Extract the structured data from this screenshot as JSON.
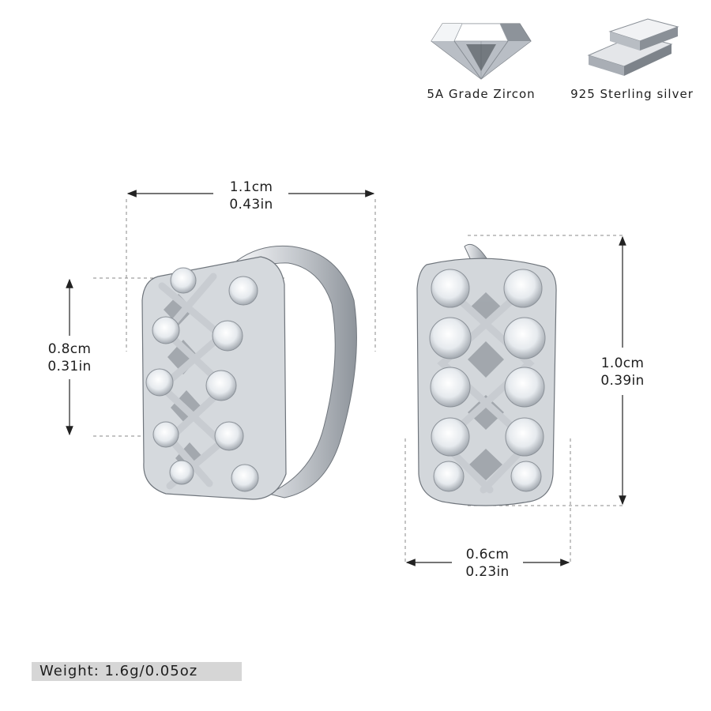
{
  "features": [
    {
      "label": "5A Grade Zircon",
      "icon": "diamond-icon"
    },
    {
      "label": "925 Sterling silver",
      "icon": "silver-bars-icon"
    }
  ],
  "dimensions": {
    "width_front": {
      "cm": "1.1cm",
      "in": "0.43in"
    },
    "height_front": {
      "cm": "0.8cm",
      "in": "0.31in"
    },
    "height_side": {
      "cm": "1.0cm",
      "in": "0.39in"
    },
    "width_side": {
      "cm": "0.6cm",
      "in": "0.23in"
    }
  },
  "weight": "Weight: 1.6g/0.05oz",
  "colors": {
    "silver": "#c9ccd0",
    "stone": "#eef2f5",
    "line": "#222222",
    "dash": "#8a8a8a"
  }
}
